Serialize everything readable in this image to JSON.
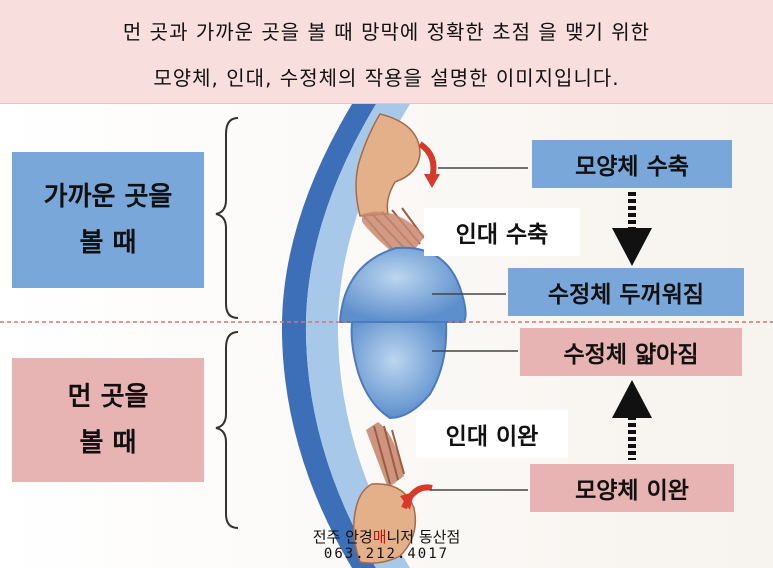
{
  "header": {
    "line1": "먼 곳과 가까운 곳을 볼 때 망막에 정확한 초점 을 맺기 위한",
    "line2": "모양체, 인대, 수정체의 작용을 설명한 이미지입니다."
  },
  "near": {
    "label_line1": "가까운 곳을",
    "label_line2": "볼 때",
    "ciliary": "모양체 수축",
    "ligament": "인대 수축",
    "lens": "수정체 두꺼워짐"
  },
  "far": {
    "label_line1": "먼 곳을",
    "label_line2": "볼 때",
    "lens": "수정체 얇아짐",
    "ligament": "인대 이완",
    "ciliary": "모양체 이완"
  },
  "footer": {
    "shop_part1": "전주 안경",
    "shop_part2": "매",
    "shop_part3": "니저 동산점",
    "phone": "063.212.4017"
  },
  "colors": {
    "blue_box": "#7aa7d9",
    "pink_box": "#e7b3b3",
    "header_bg": "#f9dede",
    "cornea": "#3d6fb8",
    "lens": "#6e9fd6",
    "muscle": "#c98a70",
    "arrow_red": "#d63a2a",
    "divider": "#e07070"
  },
  "icons": [
    "down-arrow-icon",
    "up-arrow-icon",
    "red-curved-arrow-icon"
  ]
}
